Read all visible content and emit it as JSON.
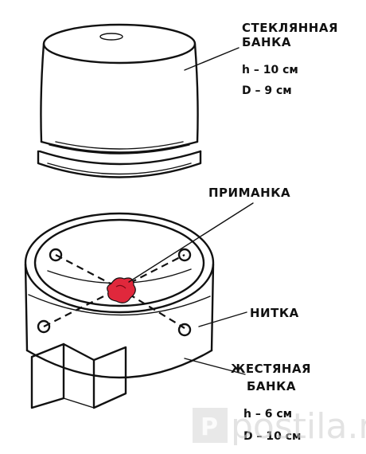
{
  "labels": {
    "glass_jar": {
      "name_line1": "СТЕКЛЯННАЯ",
      "name_line2": "БАНКА",
      "height": "h – 10 см",
      "diameter": "D – 9 см"
    },
    "bait": "ПРИМАНКА",
    "thread": "НИТКА",
    "tin_can": {
      "name_line1": "ЖЕСТЯНАЯ",
      "name_line2": "БАНКА",
      "height": "h – 6 см",
      "diameter": "D – 10 см"
    }
  },
  "watermark": {
    "text": "postila.ru",
    "logo_letter": "P"
  },
  "colors": {
    "ink": "#111111",
    "bait": "#e0283c",
    "watermark": "#cccccc"
  }
}
